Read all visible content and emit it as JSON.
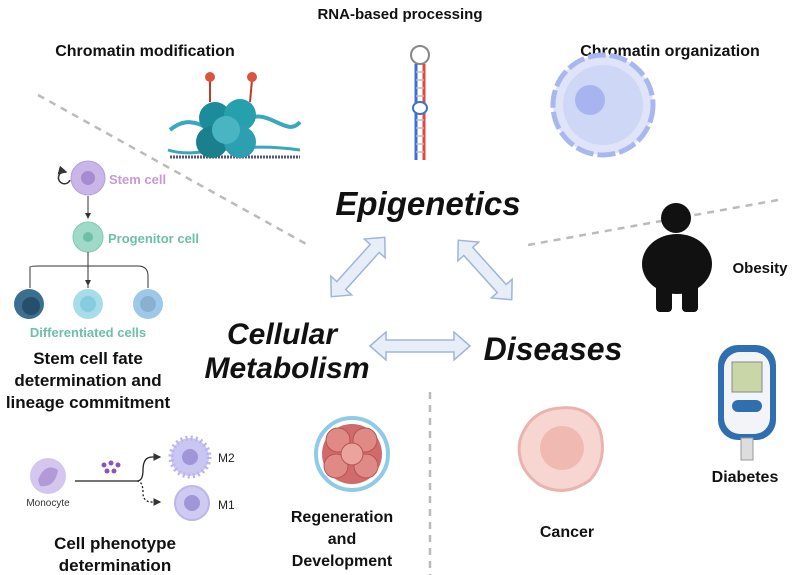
{
  "center": {
    "epigenetics": "Epigenetics",
    "metabolism_line1": "Cellular",
    "metabolism_line2": "Metabolism",
    "diseases": "Diseases"
  },
  "epigenetics_topics": {
    "rna": "RNA-based processing",
    "chromatin_mod": "Chromatin modification",
    "chromatin_org": "Chromatin organization"
  },
  "metabolism_topics": {
    "stem_cell": "Stem cell",
    "progenitor": "Progenitor cell",
    "differentiated": "Differentiated cells",
    "fate_line1": "Stem cell fate",
    "fate_line2": "determination and",
    "fate_line3": "lineage commitment",
    "monocyte": "Monocyte",
    "m2": "M2",
    "m1": "M1",
    "phenotype_line1": "Cell phenotype",
    "phenotype_line2": "determination",
    "regen_line1": "Regeneration",
    "regen_line2": "and",
    "regen_line3": "Development"
  },
  "disease_topics": {
    "obesity": "Obesity",
    "diabetes": "Diabetes",
    "cancer": "Cancer"
  },
  "colors": {
    "stem": "#c79ad6",
    "teal": "#6dbfa8",
    "arrow": "#e8eef8",
    "arrow_stroke": "#9fb6d6"
  }
}
